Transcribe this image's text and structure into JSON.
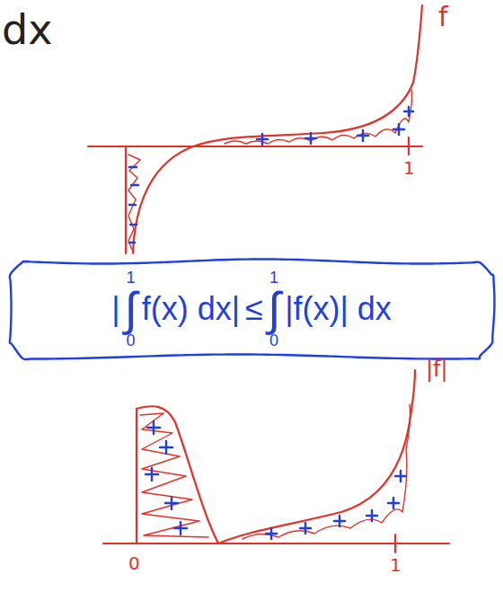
{
  "diagram": {
    "nodes": [
      {
        "text": [
          "|",
          "1",
          "∫",
          "0",
          "f(x) dx|",
          "≤",
          "1",
          "∫",
          "0",
          "|f(x)| dx"
        ]
      }
    ],
    "labels": [
      "dx",
      "f",
      "1",
      "|f|",
      "0",
      "1"
    ]
  }
}
